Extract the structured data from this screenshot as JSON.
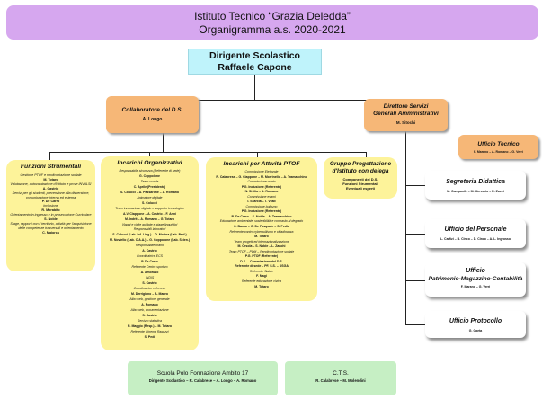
{
  "header": {
    "line1": "Istituto Tecnico “Grazia Deledda”",
    "line2": "Organigramma a.s. 2020-2021"
  },
  "dirigente": {
    "role": "Dirigente Scolastico",
    "name": "Raffaele Capone"
  },
  "collaboratore": {
    "title": "Collaboratore del D.S.",
    "name": "A. Longo"
  },
  "dsga": {
    "title1": "Direttore Servizi",
    "title2": "Generali Amministrativi",
    "name": "M. Sitochi"
  },
  "ufficio_tecnico": {
    "title": "Ufficio Tecnico",
    "names": "F. Marano – A. Romano – G. Verri"
  },
  "segreteria_didattica": {
    "title": "Segreteria Didattica",
    "names": "M. Campanile – M. Mercurio – R. Zucci"
  },
  "ufficio_personale": {
    "title": "Ufficio del Personale",
    "names": "L. Carfizi – B. Cinco – D. Cinco – A. L. Ingrosso"
  },
  "ufficio_patrimonio": {
    "title1": "Ufficio",
    "title2": "Patrimonio-Magazzino-Contabilità",
    "names": "F. Marano – G. Verri"
  },
  "ufficio_protocollo": {
    "title": "Ufficio Protocollo",
    "names": "G. Gaeta"
  },
  "funzioni": {
    "title": "Funzioni Strumentali",
    "items": [
      "Gestione PTOF e rendicontazione sociale",
      "M. Totaro",
      "Valutazione, autovalutazione d'Istituto e prove INVALSI",
      "A. Castrio",
      "Servizi per gli studenti, prevenzione alla dispersione, comunicazione interna ed esterna",
      "P. De Carro",
      "Inclusione",
      "R. Morabito",
      "Orientamento in ingresso e in prosecuzione Curricolare",
      "S. Noble",
      "Stage, rapporti con il territorio, attività per l'acquisizione delle competenze trasversali e orientamento",
      "C. Maiorca"
    ]
  },
  "incarichi_org": {
    "title": "Incarichi Organizzativi",
    "items": [
      "Responsabile sicurezza (Referente di sede)",
      "G. Coppolone",
      "Team scuola",
      "C. Aprile (Presidente)",
      "S. Colucci – A. Passarone – A. Romano",
      "Animatore digitale",
      "S. Colucci",
      "Team innovazione digitale e supporto tecnologico",
      "A.V. Ciappone – A. Castrio – F. Arini",
      "M. Indrit – A. Romano – G. Totaro",
      "Viaggi e visite guidate e stage linguistici",
      "Responsabili laboratori",
      "S. Colucci (Lab. Inf.-Ling.) – D. Morina (Lab. Prof.)",
      "M. Noviello (Lab. C.A.A.) – G. Coppolone (Lab. Scien.)",
      "Responsabile orario",
      "A. Castrio",
      "Coordinatrice ECS",
      "P. De Carro",
      "Referente Centro sportivo",
      "A. Amoruso",
      "INDIS",
      "S. Castrio",
      "Coordinatrice referente",
      "M. Derrigiano – A. Mauro",
      "Albo web, gestione generale",
      "A. Romano",
      "Albo web, documentazione",
      "S. Castrio",
      "Servizio statistica",
      "R. Maggio (Resp.) – M. Totaro",
      "Referente Cinema Ragazzi",
      "S. Pedi"
    ]
  },
  "incarichi_ptof": {
    "title": "Incarichi per Attività PTOF",
    "items": [
      "Commissione Elettorale",
      "R. Calabrese – G. Ciappone – M. Morrinello – A. Tramacchino",
      "Commissione orario",
      "P.G. Inclusione (Referente)",
      "N. Sivilia – A. Romano",
      "Commissione esami",
      "I. Scarcia – T. Vitali",
      "Commissione bullismo",
      "P.G. Inclusione (Referente)",
      "R. De Carro – S. Noble – A. Tramacchino",
      "Educazione ambientale, sostenibilità e contrasto al degrado",
      "C. Basso – G. De Pasquale – S. Pedio",
      "Referente contro cyberbullismo e cittadinanza",
      "M. Totaro",
      "Team progetti ed internazionalizzazione",
      "M. Orsola – S. Noble – L. Zanchi",
      "Team PTOF – PDM – Rendicontazione sociale",
      "P.G. PTOF (Referente)",
      "D.S. – Commissione del D.S.",
      "Referente di sede – PF. S.S. – DSGA",
      "Referente Salute",
      "F. Magi",
      "Referente educazione civica",
      "M. Totaro"
    ]
  },
  "gruppo": {
    "title1": "Gruppo Progettazione",
    "title2": "d'Istituto con delega",
    "items": [
      "Componenti del D.S.",
      "Funzioni Strumentali",
      "Eventuali esperti"
    ]
  },
  "scuola_polo": {
    "title": "Scuola Polo Formazione Ambito 17",
    "names": "Dirigente Scolastico – R. Calabrese – A. Longo – A. Romano"
  },
  "cts": {
    "title": "C.T.S.",
    "names": "R. Calabrese – M. Molendini"
  }
}
